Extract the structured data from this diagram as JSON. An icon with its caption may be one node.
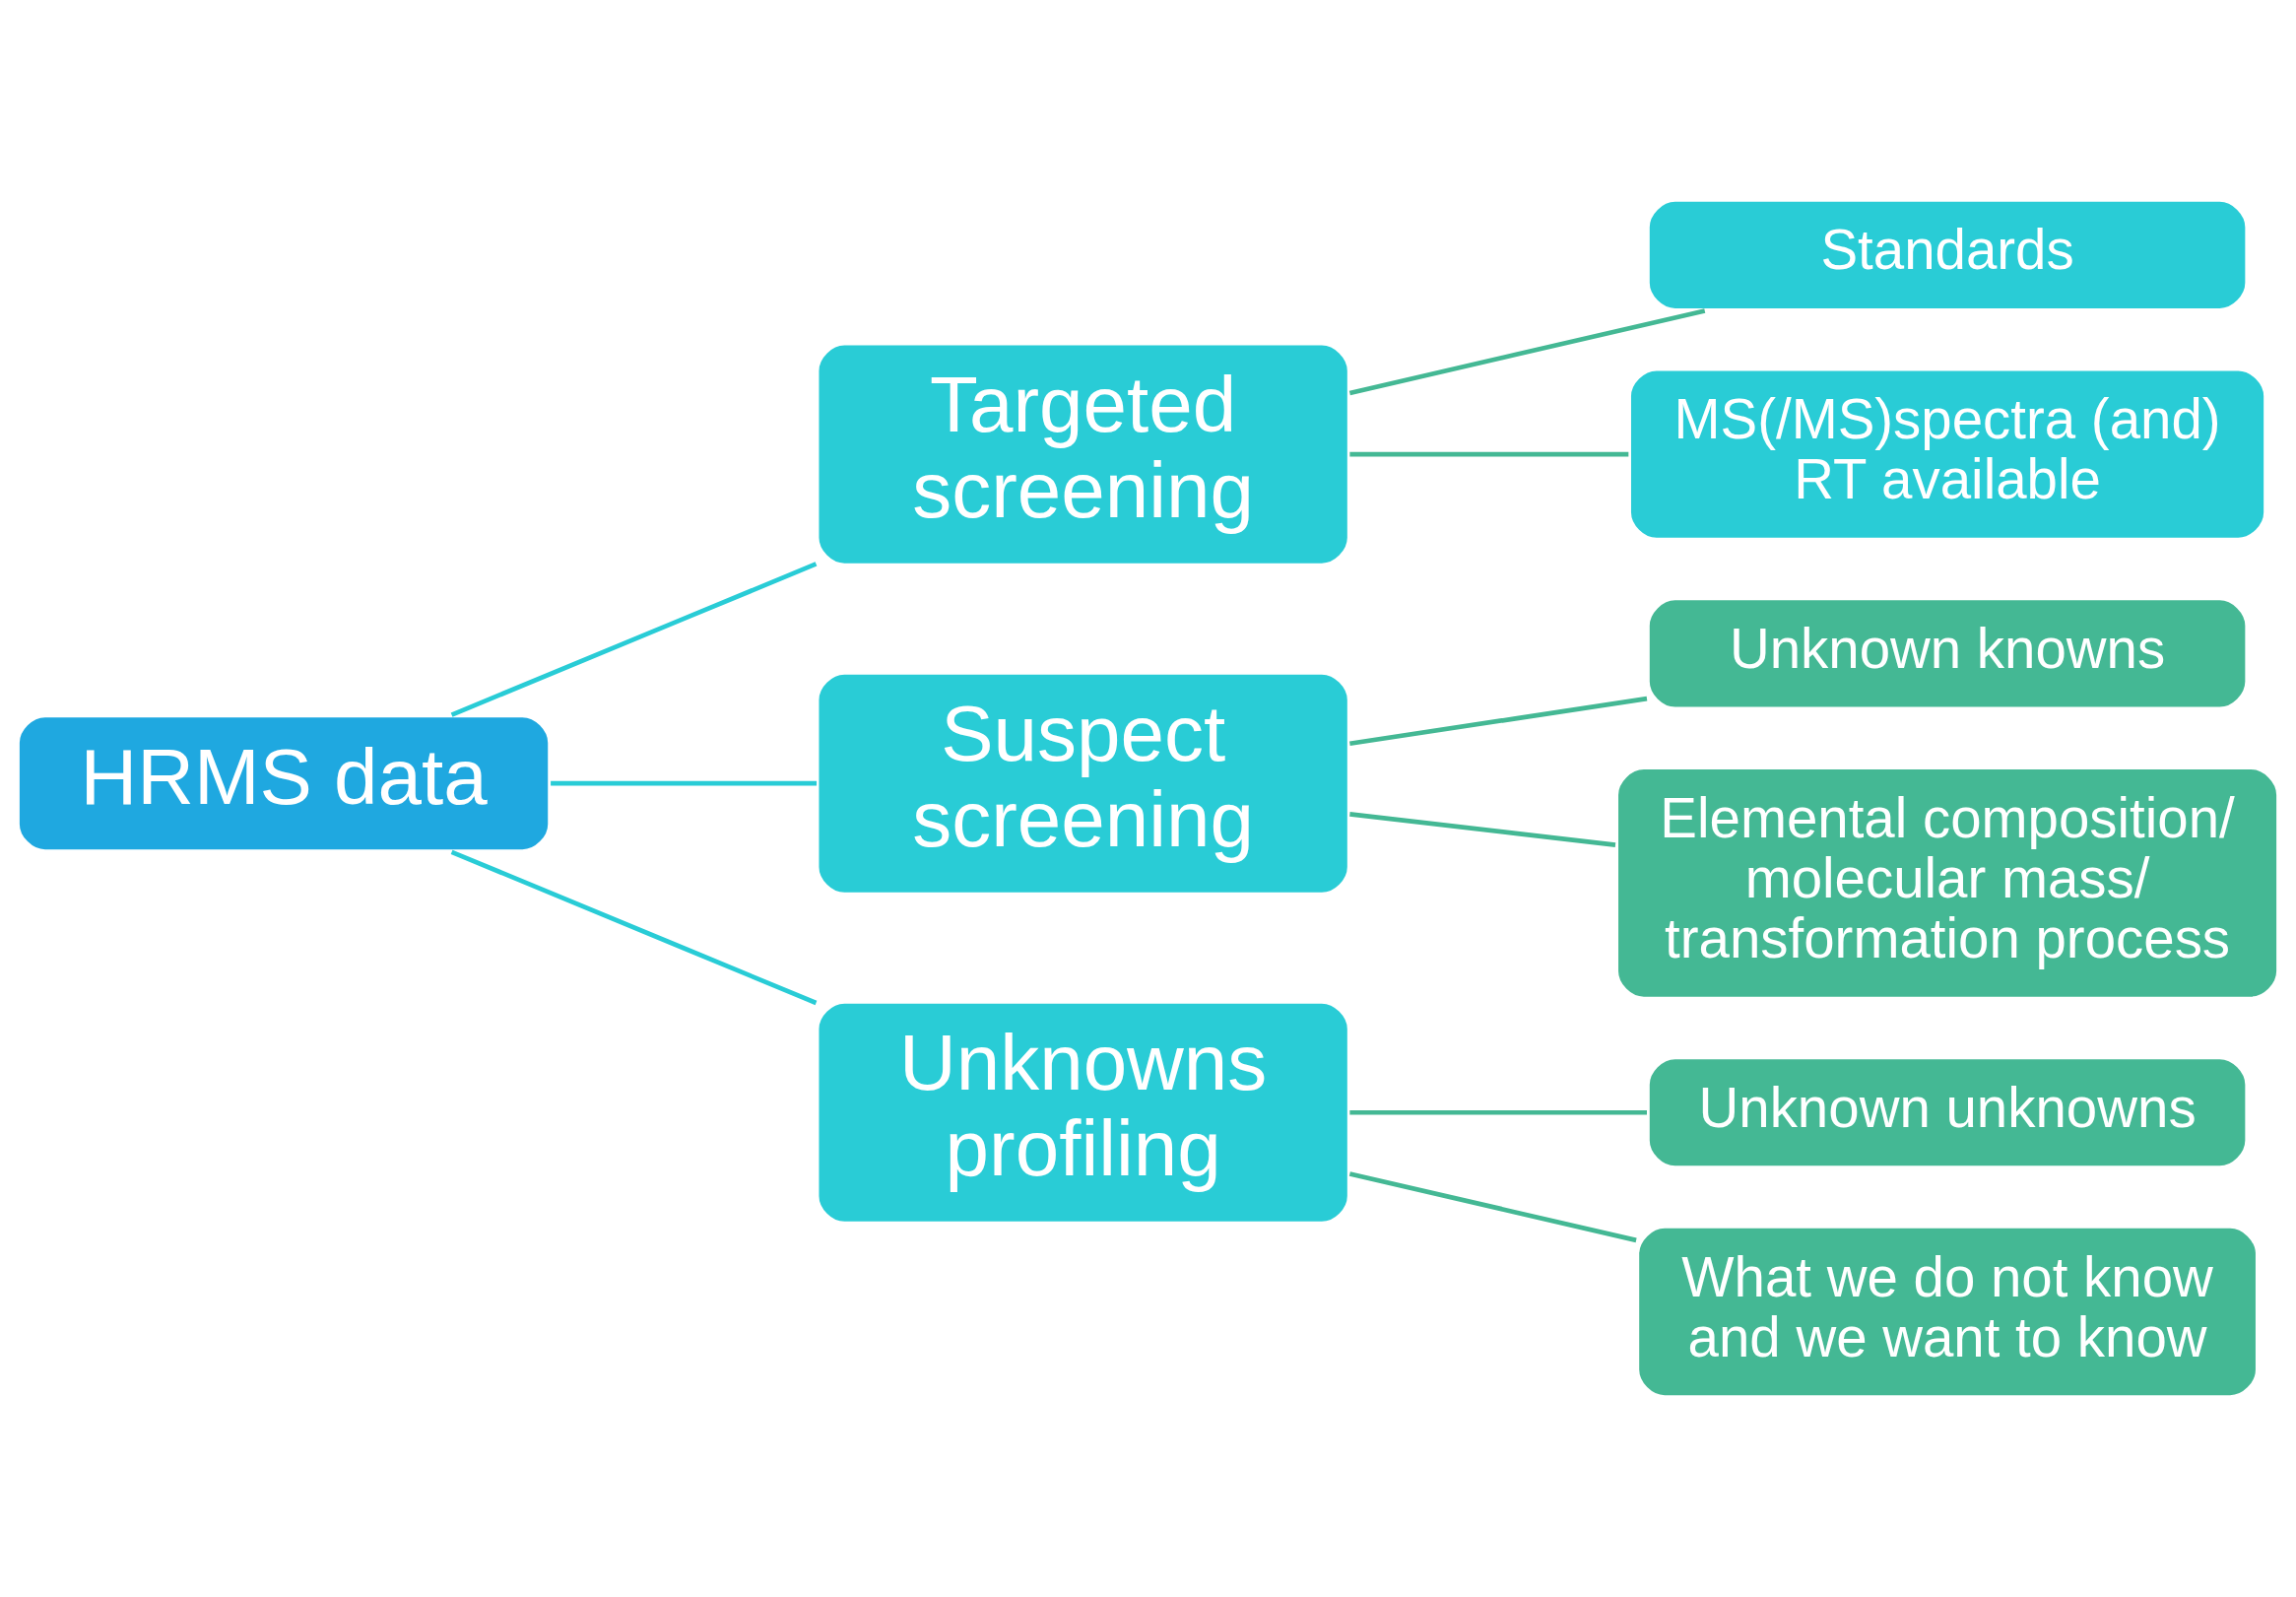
{
  "diagram": {
    "nodes": [
      {
        "text": [
          "HRMS data"
        ]
      },
      {
        "text": [
          "Targeted screening"
        ]
      },
      {
        "text": [
          "Standards"
        ]
      },
      {
        "text": [
          "MS(/MS)spectra (and) RT available"
        ]
      },
      {
        "text": [
          "Suspect screening"
        ]
      },
      {
        "text": [
          "Unknown knowns"
        ]
      },
      {
        "text": [
          "Elemental composition/ molecular mass/ transformation process"
        ]
      },
      {
        "text": [
          "Unknowns profiling"
        ]
      },
      {
        "text": [
          "Unknown unknowns"
        ]
      },
      {
        "text": [
          "What we do not know and we want to know"
        ]
      }
    ],
    "edges": [
      {
        "from": 0,
        "to": 1,
        "arrow": "none",
        "color": "#29ccd6"
      },
      {
        "from": 0,
        "to": 4,
        "arrow": "none",
        "color": "#29ccd6"
      },
      {
        "from": 0,
        "to": 7,
        "arrow": "none",
        "color": "#29ccd6"
      },
      {
        "from": 1,
        "to": 2,
        "arrow": "none"
      },
      {
        "from": 1,
        "to": 3,
        "arrow": "none"
      },
      {
        "from": 4,
        "to": 5,
        "arrow": "none"
      },
      {
        "from": 4,
        "to": 6,
        "arrow": "none"
      },
      {
        "from": 7,
        "to": 8,
        "arrow": "none"
      },
      {
        "from": 7,
        "to": 9,
        "arrow": "none"
      }
    ]
  }
}
